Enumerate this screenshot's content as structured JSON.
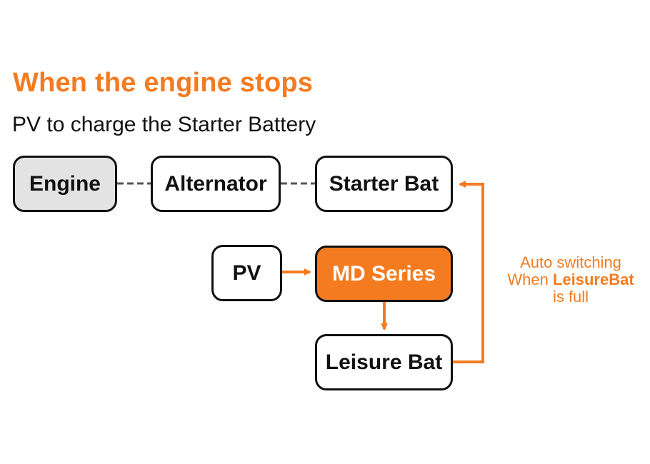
{
  "header": {
    "title": "When the engine stops",
    "subtitle": "PV to charge the Starter Battery"
  },
  "nodes": {
    "engine": "Engine",
    "alternator": "Alternator",
    "starter_bat": "Starter Bat",
    "pv": "PV",
    "md_series": "MD Series",
    "leisure_bat": "Leisure Bat"
  },
  "annotation": {
    "line1": "Auto switching",
    "line2_prefix": "When ",
    "line2_bold": "LeisureBat",
    "line3": "is full"
  },
  "colors": {
    "accent": "#f47b20",
    "engine_fill": "#e3e3e3",
    "border": "#111111",
    "dashed_link": "#555555"
  }
}
